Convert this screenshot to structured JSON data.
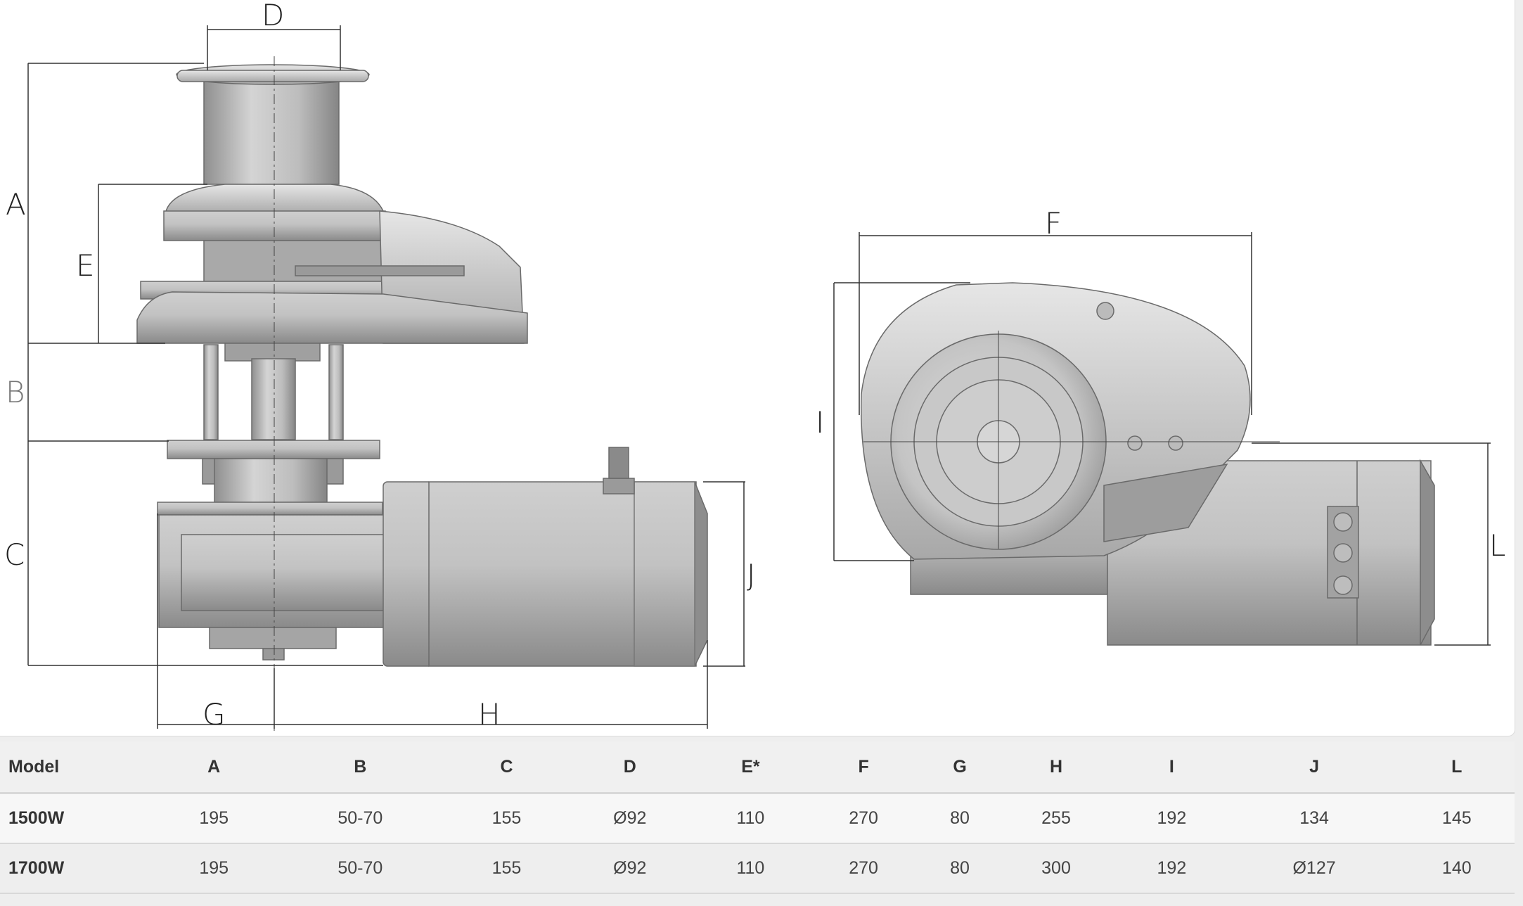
{
  "drawing": {
    "side_view_labels": {
      "A": "A",
      "B": "B",
      "C": "C",
      "D": "D",
      "E": "E",
      "G": "G",
      "H": "H",
      "J": "J"
    },
    "end_view_labels": {
      "F": "F",
      "I": "I",
      "L": "L"
    }
  },
  "table": {
    "headers": [
      "Model",
      "A",
      "B",
      "C",
      "D",
      "E*",
      "F",
      "G",
      "H",
      "I",
      "J",
      "L"
    ],
    "rows": [
      [
        "1500W",
        "195",
        "50-70",
        "155",
        "Ø92",
        "110",
        "270",
        "80",
        "255",
        "192",
        "134",
        "145"
      ],
      [
        "1700W",
        "195",
        "50-70",
        "155",
        "Ø92",
        "110",
        "270",
        "80",
        "300",
        "192",
        "Ø127",
        "140"
      ]
    ]
  },
  "colors": {
    "panel": "#ffffff",
    "page": "#eeeeee",
    "metal": "#b9b9b9",
    "dimension_line": "#333333"
  }
}
